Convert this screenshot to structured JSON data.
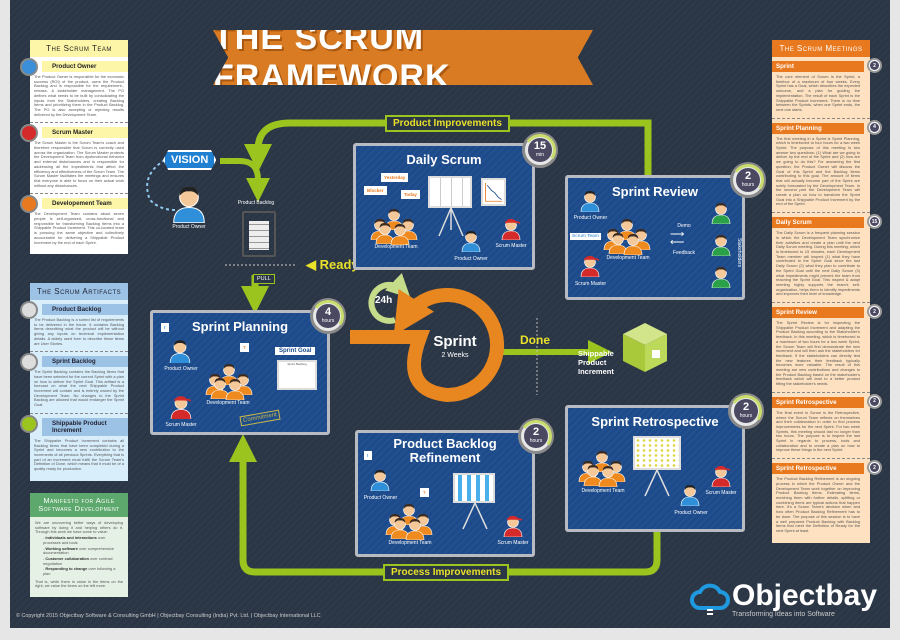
{
  "title": "THE SCRUM FRAMEWORK",
  "scrum_team": {
    "title": "The Scrum Team",
    "roles": [
      {
        "name": "Product Owner",
        "text": "The Product Owner is responsible for the economic success (ROI) of the product, owns the Product Backlog and is responsible for the requirement-, release- & stakeholder management. The PO defines what needs to be built by consolidating the inputs from the Stakeholders, creating Backlog Items and prioritizing them in the Product Backlog. The PO is also accepting or rejecting results delivered by the Development Team."
      },
      {
        "name": "Scrum Master",
        "text": "The Scrum Master is the Scrum Team's coach and therefore responsible that Scrum is correctly used across the organization. The Scrum Master protects the Development Team from dysfunctional behavior and external disturbances and is responsible for addressing all the impediments that affect the efficiency and effectiveness of the Scrum Team. The Scrum Master facilitates the meetings and ensures that everyone is able to focus on their actual work without any disturbances."
      },
      {
        "name": "Developement Team",
        "text": "The Development Team contains about seven people is self-organized, cross-functional and responsible for transforming Backlog Items into a Shippable Product Increment. This co-located team is pursuing the same objective and collectively accountable for delivering a Shippable Product Increment by the end of each Sprint."
      }
    ]
  },
  "scrum_artifacts": {
    "title": "The Scrum Artifacts",
    "items": [
      {
        "name": "Product Backlog",
        "text": "The Product Backlog is a sorted list of requirements to be delivered in the future. It contains Backlog Items describing what the product will be without giving any inputs on technical implementation details. A widely used form to describe these items are User Stories."
      },
      {
        "name": "Sprint Backlog",
        "text": "The Sprint Backlog contains the Backlog Items that have been selected for the current Sprint with a plan on how to deliver the Sprint Goal. This artifact is a forecast on what the next Shippable Product Increment will contain and is entirely owned by the Development Team. No changes to the Sprint Backlog are allowed that would endanger the Sprint Goal."
      },
      {
        "name": "Shippable Product Increment",
        "text": "The Shippable Product Increment contains all Backlog Items that have been completed during a Sprint and becomes a new contribution to the increments of all previous Sprints. Everything that is part of an increment must fulfill the Scrum Team's Definition of Done, which means that it must be of a quality ready for production."
      }
    ]
  },
  "manifesto": {
    "title": "Manifesto for Agile Software Development",
    "intro": "We are uncovering better ways of developing software by doing it and helping others do it. Through this work we have come to value:",
    "values": [
      {
        "bold": "Individuals and interactions",
        "rest": " over processes and tools"
      },
      {
        "bold": "Working software",
        "rest": " over comprehensive documentation"
      },
      {
        "bold": "Customer collaboration",
        "rest": " over contract negotiation"
      },
      {
        "bold": "Responding to change",
        "rest": " over following a plan"
      }
    ],
    "outro": "That is, while there is value in the items on the right, we value the items on the left more."
  },
  "scrum_meetings": {
    "title": "The Scrum Meetings",
    "items": [
      {
        "name": "Sprint",
        "badge": "2",
        "text": "The core element of Scrum is the Sprint, a timebox of a maximum of four weeks. Every Sprint has a Goal, which describes the expected outcome, and a plan for guiding the implementation. The result of each Sprint is the Shippable Product Increment. There is no time between the Sprints, when one Sprint ends, the next one starts."
      },
      {
        "name": "Sprint Planning",
        "badge": "4",
        "text": "The first meeting in a Sprint is Sprint Planning, which is timeboxed to four hours for a two week Sprint. The purpose of this meeting is two answer two questions: (1) What are we going to deliver by the end of the Sprint and (2) how are we going to do this? For answering the first question, the Product Owner will discuss the Goal of this Sprint and the Backlog Items contributing to this goal. The amount of items that will actually become part of the Sprint are solely forecasted by the Development Team. In the second part the Development Team will create a plan on how to transform the Sprint Goal into a Shippable Product Increment by the end of the Sprint."
      },
      {
        "name": "Daily Scrum",
        "badge": "15",
        "text": "The Daily Scrum is a frequent planning session in which the Development Team synchronize their activities and create a plan until the next Daily Scrum meeting. During this meeting, which is timeboxed to 15 minutes, each Development Team member will inspect (1) what they have contributed to the Sprint Goal since the last Daily Scrum (2) what they plan to contribute to the Sprint Goal until the next Daily Scrum (3) what impediments might prevent the team from reaching the Sprint Goal. This inspect & adapt meeting highly supports the team's self-organization, helps them to identify impediments and improves their level of knowledge."
      },
      {
        "name": "Sprint Review",
        "badge": "2",
        "text": "The Sprint Review is for inspecting the Shippable Product Increment and adapting the Product Backlog according to the Stakeholder's feedback. In this meeting, which is timeboxed to a maximum of two hours for a two week Sprint, the Scrum Team will first demonstrate the new increment and will then ask the stakeholders for feedback. If the stakeholders can directly test the new features their feedback typically becomes more valuable. The result of this meeting are new contributions and changes to the Product Backlog based on the stakeholder's feedback which will lead to a better product fitting the stakeholder's needs."
      },
      {
        "name": "Sprint Retrospective",
        "badge": "2",
        "text": "The final event in Scrum is the Retrospective, where the Scrum Team reflects on themselves and their collaboration in order to find process improvements for the next Sprint. For two week Sprints, this meeting should last no longer than two hours. The purpose is to inspect the last Sprint in regards to process, tools and collaboration and to create a plan on how to improve these things in the next Sprint."
      },
      {
        "name": "Sprint Retrospective",
        "badge": "2",
        "text": "The Product Backlog Refinement is an ongoing process in which the Product Owner and the Development Team work together on improving Product Backlog Items. Estimating items, enriching them with further details, splitting or combining items are typical actions that happen here. It's a Scrum Team's decision when and how often Product Backlog Refinement has to be done. The purpose of this session is to have a well prepared Product Backlog with Backlog Items that meet the Definition of Ready for the next Sprint at least."
      }
    ]
  },
  "flow": {
    "product_improvements": "Product Improvements",
    "process_improvements": "Process Improvements",
    "vision": "VISION",
    "product_owner": "Product Owner",
    "product_backlog": "Product Backlog",
    "ready": "Ready",
    "pull": "PULL",
    "h24": "24h",
    "sprint": "Sprint",
    "sprint_duration": "2 Weeks",
    "done": "Done",
    "shippable": "Shippable Product Increment"
  },
  "labels": {
    "product_owner": "Product Owner",
    "scrum_master": "Scrum Master",
    "development_team": "Development Team",
    "scrum_team": "Scrum Team",
    "stakeholders": "Stakeholders",
    "demo": "Demo",
    "feedback": "Feedback",
    "blocker": "Blocker",
    "yesterday": "Yesterday",
    "today": "Today",
    "sprint_goal": "Sprint Goal",
    "sprint_backlog": "Sprint Backlog",
    "commitment": "Commitment",
    "exclaim": "!",
    "question": "?"
  },
  "meetings_boxes": {
    "daily_scrum": {
      "title": "Daily Scrum",
      "time": "15",
      "unit": "min"
    },
    "sprint_review": {
      "title": "Sprint Review",
      "time": "2",
      "unit": "hours"
    },
    "sprint_planning": {
      "title": "Sprint Planning",
      "time": "4",
      "unit": "hours"
    },
    "refinement": {
      "title": "Product Backlog Refinement",
      "time": "2",
      "unit": "hours"
    },
    "retrospective": {
      "title": "Sprint Retrospective",
      "time": "2",
      "unit": "hours"
    }
  },
  "logo": {
    "name": "Objectbay",
    "tagline": "Transforming Ideas into Software"
  },
  "footer": "© Copyright 2015 Objectbay Software & Consulting GmbH | Objectbay Consulting (India) Pvt. Ltd. | Objectbay International LLC",
  "colors": {
    "background": "#2a3545",
    "orange": "#e8791e",
    "green": "#9bc41e",
    "box_blue": "#1c4a8a",
    "yellow": "#e9e12a"
  }
}
